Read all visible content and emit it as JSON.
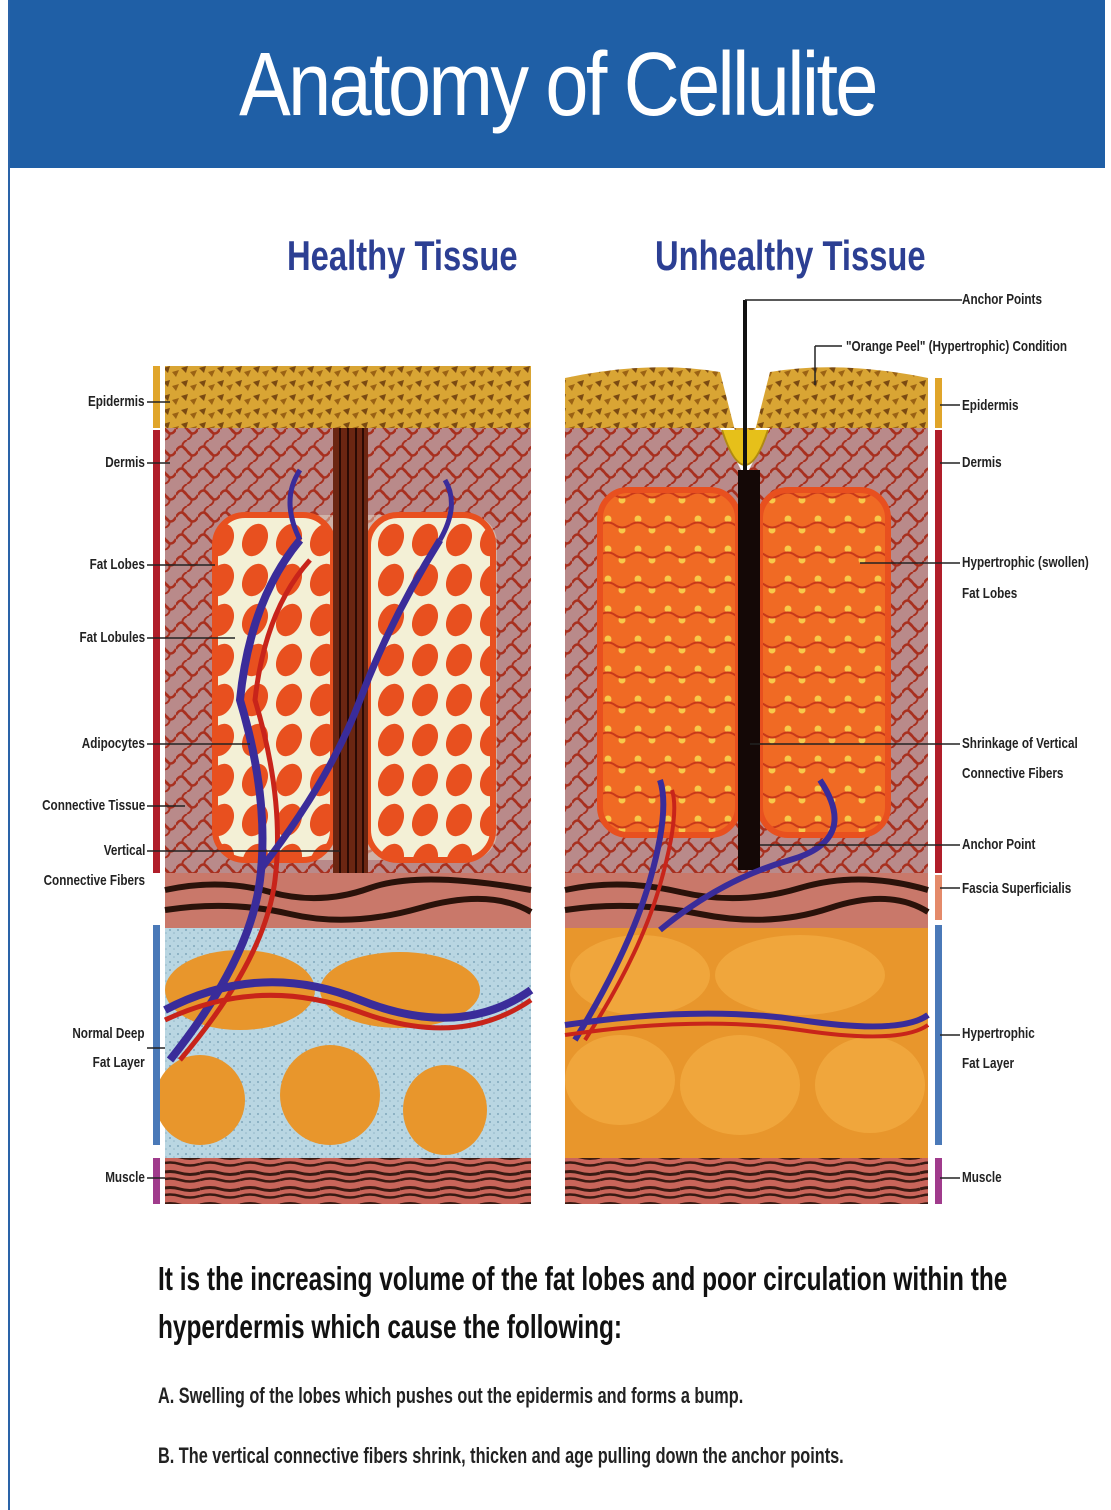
{
  "header": {
    "title": "Anatomy of Cellulite",
    "bg_color": "#1f5fa6"
  },
  "panels": {
    "healthy": {
      "title": "Healthy Tissue"
    },
    "unhealthy": {
      "title": "Unhealthy Tissue"
    }
  },
  "labels_left": {
    "epidermis": "Epidermis",
    "dermis": "Dermis",
    "fat_lobes": "Fat Lobes",
    "fat_lobules": "Fat Lobules",
    "adipocytes": "Adipocytes",
    "connective_tissue": "Connective Tissue",
    "vertical_1": "Vertical",
    "vertical_2": "Connective Fibers",
    "normal_deep_1": "Normal Deep",
    "normal_deep_2": "Fat Layer",
    "muscle": "Muscle"
  },
  "labels_right": {
    "anchor_points": "Anchor Points",
    "orange_peel": "\"Orange Peel\" (Hypertrophic) Condition",
    "epidermis": "Epidermis",
    "dermis": "Dermis",
    "hyper_lobes_1": "Hypertrophic (swollen)",
    "hyper_lobes_2": "Fat Lobes",
    "shrinkage_1": "Shrinkage of Vertical",
    "shrinkage_2": "Connective Fibers",
    "anchor_point": "Anchor Point",
    "fascia": "Fascia Superficialis",
    "hyper_fat_1": "Hypertrophic",
    "hyper_fat_2": "Fat Layer",
    "muscle": "Muscle"
  },
  "footer": {
    "heading": "It is the increasing volume of the fat lobes and poor circulation within the hyperdermis which cause the following:",
    "item_a": "A.  Swelling of the lobes which pushes out the epidermis and forms a bump.",
    "item_b": "B.  The vertical connective fibers shrink, thicken and age pulling down the anchor points."
  },
  "colors": {
    "epidermis": "#d9a534",
    "dermis": "#b9827e",
    "fat_lobule": "#e8501f",
    "adipocyte_pale": "#f3f0d6",
    "deep_fat": "#e8962c",
    "deep_fat_bg": "#b9d6e2",
    "muscle": "#c9655a",
    "vein": "#3a2c9a",
    "artery": "#c8241a",
    "side_bar_red": "#b01e2a",
    "side_bar_blue": "#4a79b8",
    "side_bar_purple": "#a03b8c",
    "side_bar_gold": "#e0a52a"
  }
}
